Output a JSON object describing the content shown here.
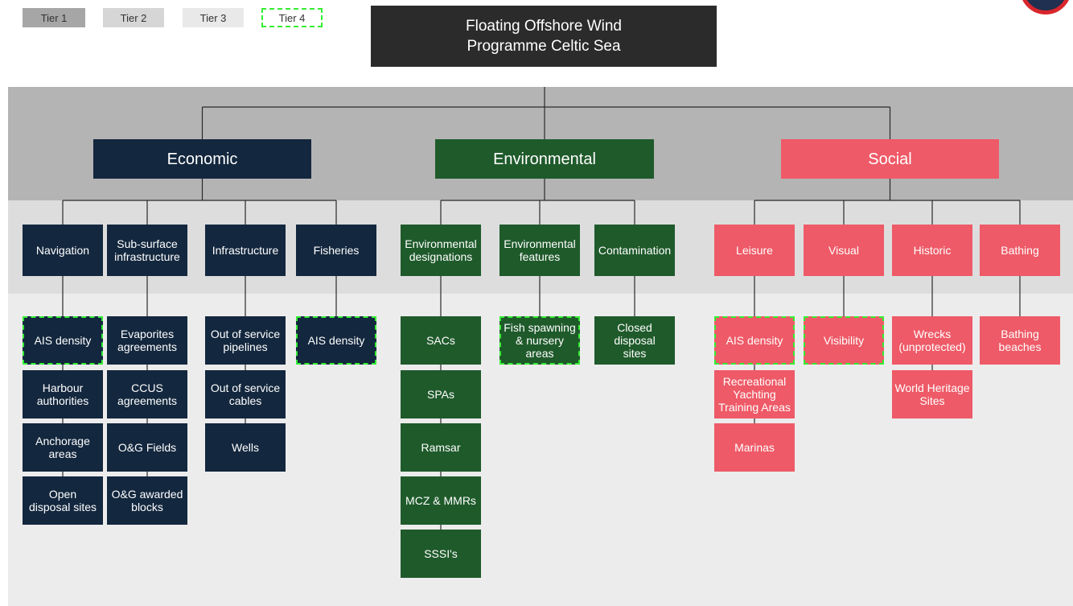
{
  "legend": [
    {
      "label": "Tier 1"
    },
    {
      "label": "Tier 2"
    },
    {
      "label": "Tier 3"
    },
    {
      "label": "Tier 4"
    }
  ],
  "title": {
    "line1": "Floating Offshore Wind",
    "line2": "Programme Celtic Sea"
  },
  "colors": {
    "economic": "#13273e",
    "environmental": "#1f5a2b",
    "social": "#ee5a67",
    "tier1_band": "#b4b4b4",
    "tier2_band": "#dddddd",
    "tier3_band": "#ececec",
    "tier4_border": "#33ee33",
    "title_bg": "#2b2b2b"
  },
  "categories": [
    {
      "id": "economic",
      "label": "Economic",
      "subcategories": [
        {
          "label": "Navigation",
          "items": [
            {
              "label": "AIS density",
              "tier4": true
            },
            {
              "label": "Harbour\nauthorities"
            },
            {
              "label": "Anchorage\nareas"
            },
            {
              "label": "Open\ndisposal sites"
            }
          ]
        },
        {
          "label": "Sub-surface\ninfrastructure",
          "items": [
            {
              "label": "Evaporites\nagreements"
            },
            {
              "label": "CCUS\nagreements"
            },
            {
              "label": "O&G Fields"
            },
            {
              "label": "O&G awarded\nblocks"
            }
          ]
        },
        {
          "label": "Infrastructure",
          "items": [
            {
              "label": "Out of service\npipelines"
            },
            {
              "label": "Out of service\ncables"
            },
            {
              "label": "Wells"
            }
          ]
        },
        {
          "label": "Fisheries",
          "items": [
            {
              "label": "AIS density",
              "tier4": true
            }
          ]
        }
      ]
    },
    {
      "id": "environmental",
      "label": "Environmental",
      "subcategories": [
        {
          "label": "Environmental\ndesignations",
          "items": [
            {
              "label": "SACs"
            },
            {
              "label": "SPAs"
            },
            {
              "label": "Ramsar"
            },
            {
              "label": "MCZ & MMRs"
            },
            {
              "label": "SSSI's"
            }
          ]
        },
        {
          "label": "Environmental\nfeatures",
          "items": [
            {
              "label": "Fish spawning\n& nursery\nareas",
              "tier4": true
            }
          ]
        },
        {
          "label": "Contamination",
          "items": [
            {
              "label": "Closed disposal\nsites"
            }
          ]
        }
      ]
    },
    {
      "id": "social",
      "label": "Social",
      "subcategories": [
        {
          "label": "Leisure",
          "items": [
            {
              "label": "AIS density",
              "tier4": true
            },
            {
              "label": "Recreational\nYachting\nTraining Areas"
            },
            {
              "label": "Marinas"
            }
          ]
        },
        {
          "label": "Visual",
          "items": [
            {
              "label": "Visibility",
              "tier4": true
            }
          ]
        },
        {
          "label": "Historic",
          "items": [
            {
              "label": "Wrecks\n(unprotected)"
            },
            {
              "label": "World Heritage\nSites"
            }
          ]
        },
        {
          "label": "Bathing",
          "items": [
            {
              "label": "Bathing\nbeaches"
            }
          ]
        }
      ]
    }
  ]
}
